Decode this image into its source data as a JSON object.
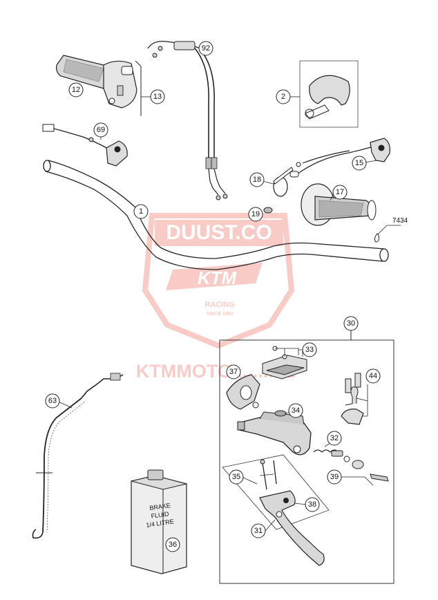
{
  "watermark": {
    "logo_text": "DUUST.CO",
    "brand_text": "KTM",
    "racing_text": "RACING",
    "tag_text": "SINCE 1953",
    "url_text": "KTMMOTO..........L",
    "color": "#e8493a"
  },
  "callouts": {
    "c92": "92",
    "c12": "12",
    "c13": "13",
    "c2": "2",
    "c69": "69",
    "c15": "15",
    "c18": "18",
    "c17": "17",
    "c1": "1",
    "c19": "19",
    "c30": "30",
    "c33": "33",
    "c37": "37",
    "c44": "44",
    "c34": "34",
    "c63": "63",
    "c32": "32",
    "c39": "39",
    "c35": "35",
    "c38": "38",
    "c31": "31",
    "c36": "36"
  },
  "ref_label": "7434",
  "fluid_can": {
    "line1": "BRAKE",
    "line2": "FLUID",
    "line3": "1/4 LITRE"
  }
}
